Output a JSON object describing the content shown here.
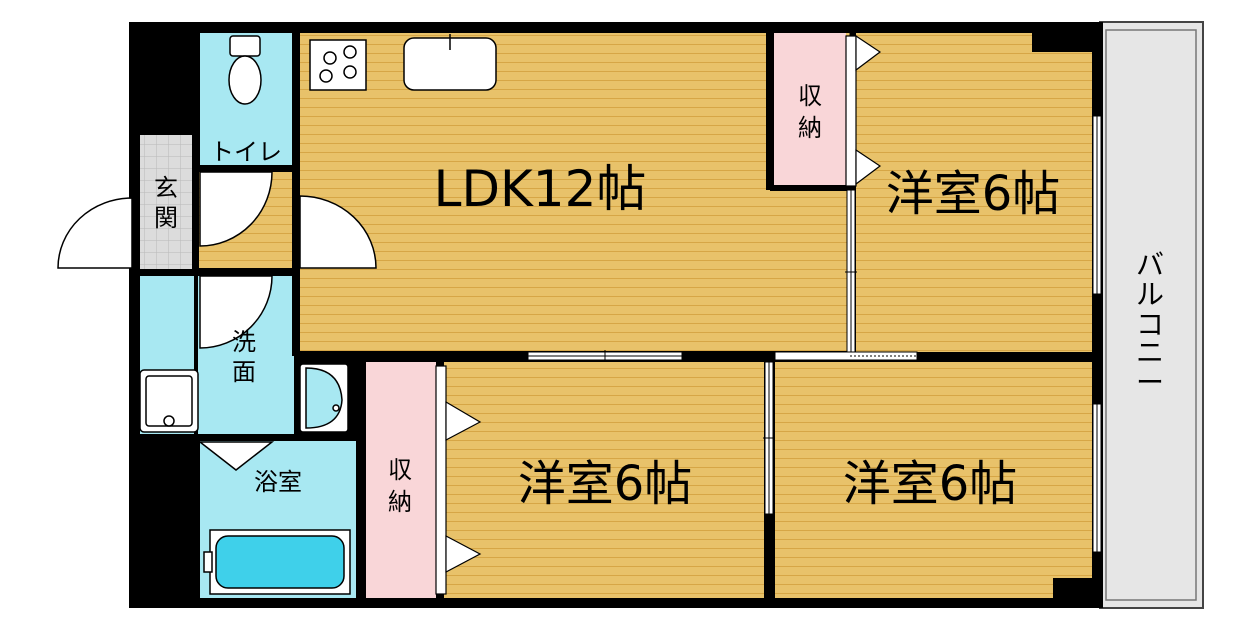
{
  "rooms": {
    "ldk": "LDK12帖",
    "room_top_right": "洋室6帖",
    "room_bottom_middle": "洋室6帖",
    "room_bottom_right": "洋室6帖",
    "toilet": "トイレ",
    "bath": "浴室",
    "entrance": [
      "玄",
      "関"
    ],
    "washroom": [
      "洗",
      "面"
    ],
    "closet_top": [
      "収",
      "納"
    ],
    "closet_bottom": [
      "収",
      "納"
    ],
    "balcony": [
      "バ",
      "ル",
      "コ",
      "ニ",
      "ー"
    ]
  },
  "colors": {
    "wood_floor": "#e8c26a",
    "wood_line": "#d8a94a",
    "tile_blue": "#a8e8f2",
    "closet_pink": "#f9d6d8",
    "wall": "#000000",
    "balcony": "#e4e4e4",
    "entrance_tile": "#d6d6d6"
  },
  "icons": [
    "toilet-icon",
    "stove-icon",
    "sink-icon",
    "bathtub-icon",
    "washing-machine-pan-icon",
    "washbasin-icon"
  ]
}
